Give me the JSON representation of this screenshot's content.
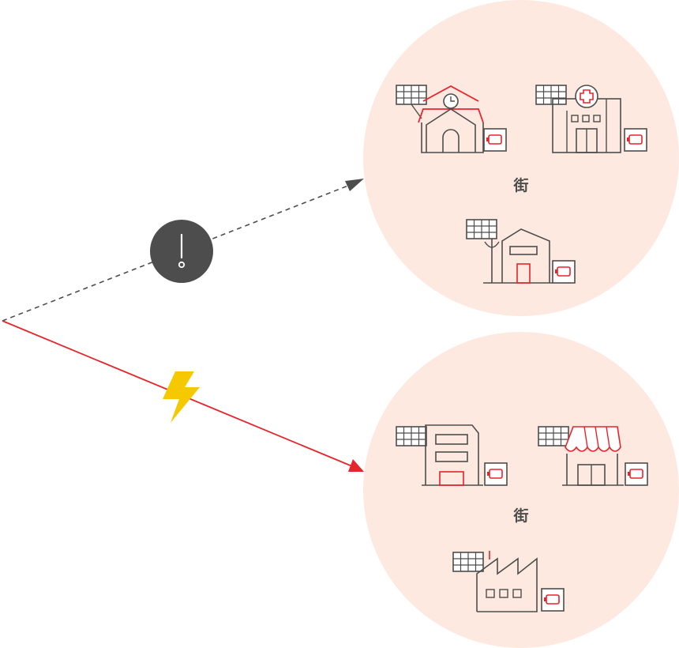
{
  "colors": {
    "background": "#ffffff",
    "circle_fill": "#fde9df",
    "icon_stroke": "#4d4d4d",
    "accent_red": "#e8242b",
    "dashed_line": "#4d4d4d",
    "warning_badge": "#4d4d4d",
    "lightning": "#f5c800"
  },
  "upper_town": {
    "label": "街",
    "buildings": [
      "school-icon",
      "hospital-icon",
      "house-icon"
    ]
  },
  "lower_town": {
    "label": "街",
    "buildings": [
      "apartment-icon",
      "shop-icon",
      "factory-icon"
    ]
  },
  "connections": [
    {
      "target": "upper_town",
      "style": "dashed",
      "marker": "warning-icon"
    },
    {
      "target": "lower_town",
      "style": "solid",
      "marker": "lightning-icon"
    }
  ]
}
